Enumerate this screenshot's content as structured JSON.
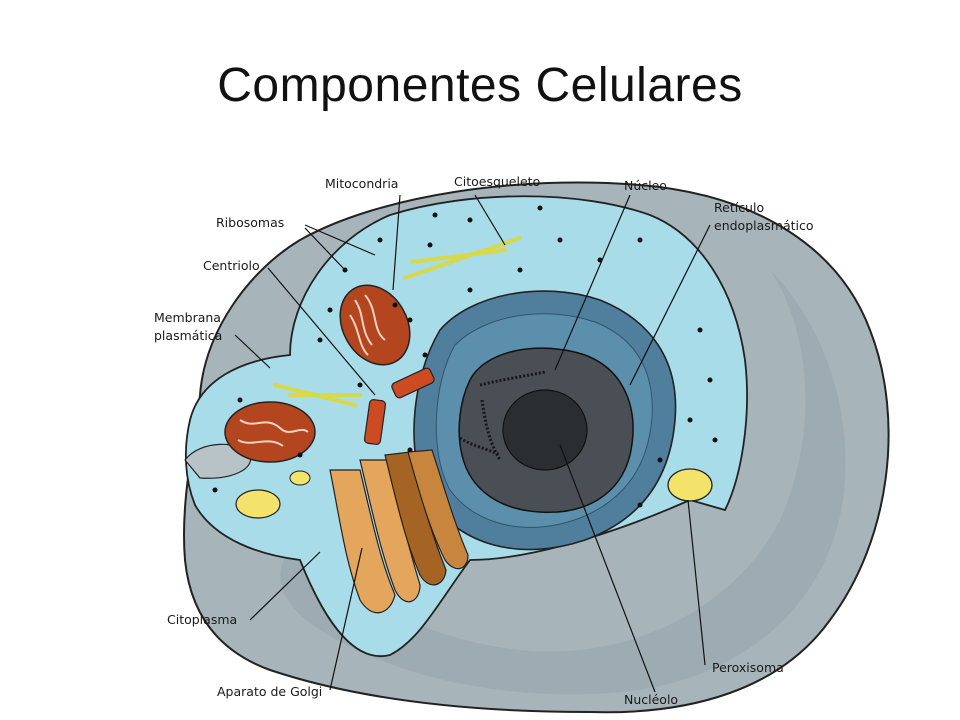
{
  "title": "Componentes Celulares",
  "labels": {
    "mitocondria": "Mitocondria",
    "citoesqueleto": "Citoesqueleto",
    "nucleo": "Núcleo",
    "reticulo_1": "Retículo",
    "reticulo_2": "endoplasmático",
    "ribosomas": "Ribosomas",
    "centriolo": "Centriolo",
    "membrana_1": "Membrana",
    "membrana_2": "plasmática",
    "citoplasma": "Citoplasma",
    "golgi": "Aparato de Golgi",
    "nucleolo": "Nucléolo",
    "peroxisoma": "Peroxisoma"
  },
  "colors": {
    "membrane_outer": "#a7b4ba",
    "cytoplasm": "#a9dce9",
    "nucleus_envelope": "#4f7f9c",
    "nucleus": "#4a4f55",
    "nucleolus": "#2a2d31",
    "mitochondria": "#b3451f",
    "golgi": "#e4a55c",
    "peroxisome": "#f3e36a",
    "cytoskeleton": "#d7d84a"
  }
}
